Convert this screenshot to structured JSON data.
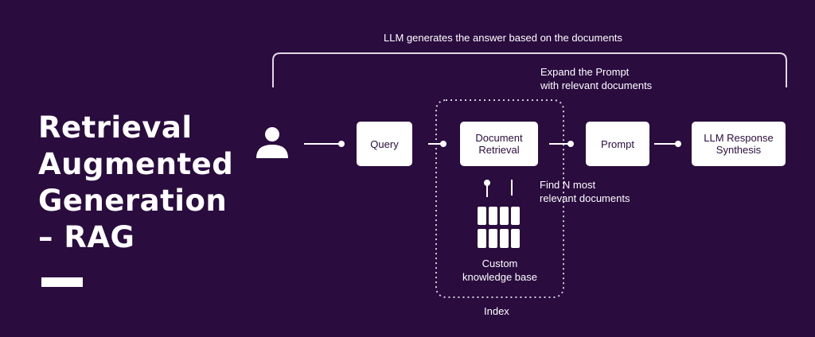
{
  "title": {
    "line1": "Retrieval",
    "line2": "Augmented",
    "line3": "Generation",
    "line4": "– RAG"
  },
  "top_label": "LLM generates the answer based on the documents",
  "expand_label": {
    "line1": "Expand the Prompt",
    "line2": "with relevant documents"
  },
  "nodes": {
    "query": "Query",
    "retrieval_line1": "Document",
    "retrieval_line2": "Retrieval",
    "prompt": "Prompt",
    "synthesis_line1": "LLM Response",
    "synthesis_line2": "Synthesis"
  },
  "find_label": {
    "line1": "Find N most",
    "line2": "relevant documents"
  },
  "kb_label": {
    "line1": "Custom",
    "line2": "knowledge base"
  },
  "index_label": "Index",
  "icons": {
    "user": "user-icon",
    "database": "database-icon"
  },
  "colors": {
    "background": "#2a0c3f",
    "foreground": "#ffffff",
    "box_text": "#2a0c3f"
  }
}
